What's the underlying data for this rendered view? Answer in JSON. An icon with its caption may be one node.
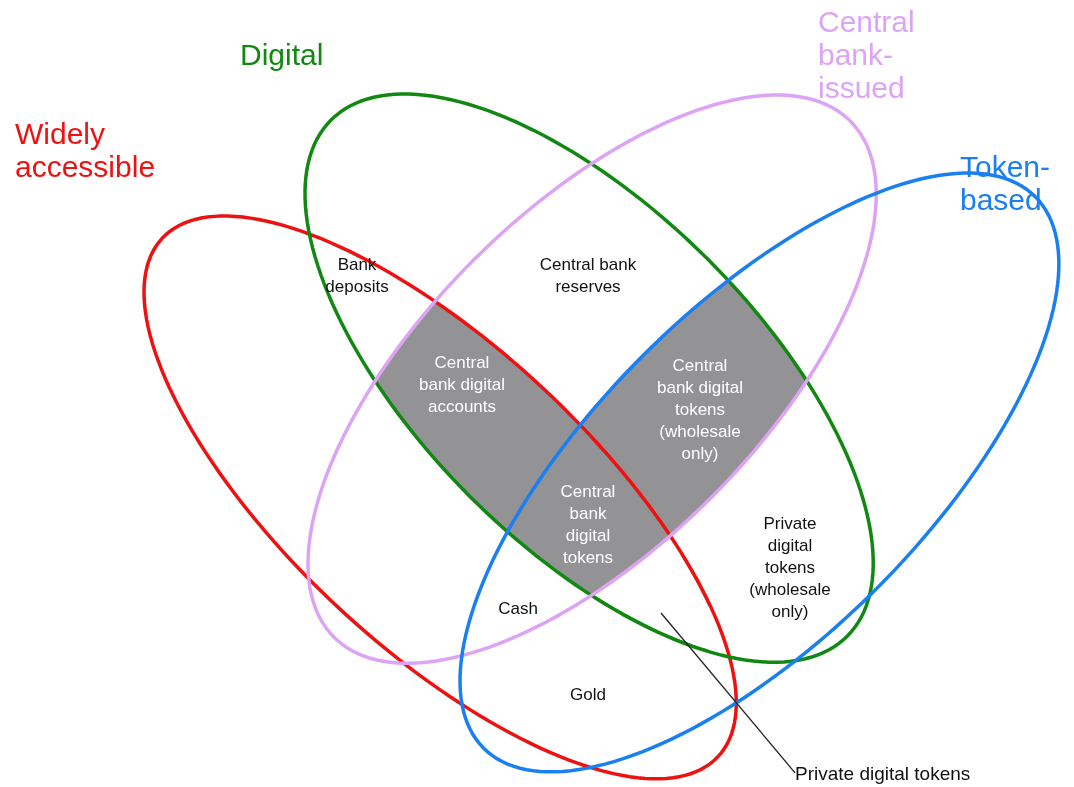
{
  "diagram": {
    "nodes": [
      {
        "text": [
          "Widely accessible"
        ]
      },
      {
        "text": [
          "Digital"
        ]
      },
      {
        "text": [
          "Central bank-issued"
        ]
      },
      {
        "text": [
          "Token-based"
        ]
      },
      {
        "text": [
          "Private digital tokens"
        ]
      },
      {
        "text": [],
        "shape": "region"
      }
    ],
    "edges": [
      {
        "from": 4,
        "to": 5,
        "arrow": "none"
      }
    ],
    "labels": [
      "Bank deposits",
      "Central bank reserves",
      "Central bank digital accounts",
      "Central bank digital tokens (wholesale only)",
      "Central bank digital tokens",
      "Private digital tokens (wholesale only)",
      "Cash",
      "Gold"
    ]
  }
}
